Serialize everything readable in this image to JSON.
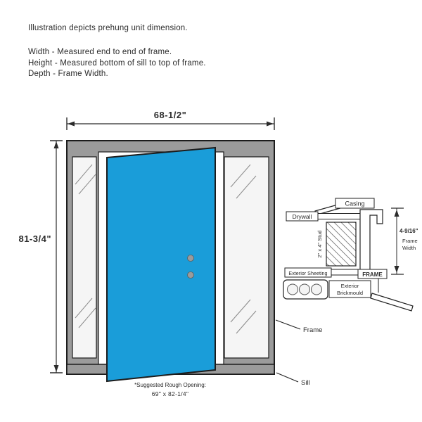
{
  "colors": {
    "door": "#1a9dd9",
    "frame_gray": "#9b9b9b",
    "glass": "#f5f5f5",
    "line": "#1c1c1c"
  },
  "intro": {
    "title": "Illustration depicts prehung unit dimension.",
    "width_note": "Width - Measured end to end of frame.",
    "height_note": "Height - Measured bottom of sill to top of frame.",
    "depth_note": "Depth - Frame Width."
  },
  "dimensions": {
    "width": "68-1/2\"",
    "height": "81-3/4\"",
    "frame_depth": "4-9/16\"",
    "frame_depth_label_line1": "Frame",
    "frame_depth_label_line2": "Width"
  },
  "cross_section": {
    "casing": "Casing",
    "drywall": "Drywall",
    "stud": "2\" x 4\" Stud",
    "frame": "FRAME",
    "exterior_sheeting": "Exterior Sheeting",
    "brickmould_line1": "Exterior",
    "brickmould_line2": "Brickmould"
  },
  "callouts": {
    "frame": "Frame",
    "sill": "Sill"
  },
  "footer": {
    "rough_opening_title": "*Suggested Rough Opening:",
    "rough_opening_value": "69\" x 82-1/4\""
  }
}
